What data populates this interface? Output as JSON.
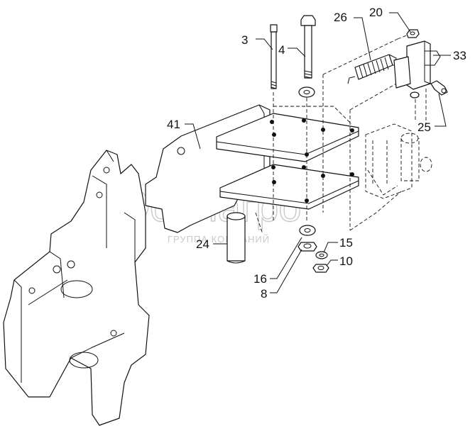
{
  "watermark": {
    "logo": "белагро",
    "subtitle": "ГРУППА КОМПАНИЙ"
  },
  "labels": [
    {
      "id": "3",
      "text": "3"
    },
    {
      "id": "4",
      "text": "4"
    },
    {
      "id": "26",
      "text": "26"
    },
    {
      "id": "20",
      "text": "20"
    },
    {
      "id": "33",
      "text": "33"
    },
    {
      "id": "25",
      "text": "25"
    },
    {
      "id": "41",
      "text": "41"
    },
    {
      "id": "24",
      "text": "24"
    },
    {
      "id": "15",
      "text": "15"
    },
    {
      "id": "10",
      "text": "10"
    },
    {
      "id": "16",
      "text": "16"
    },
    {
      "id": "8",
      "text": "8"
    }
  ]
}
